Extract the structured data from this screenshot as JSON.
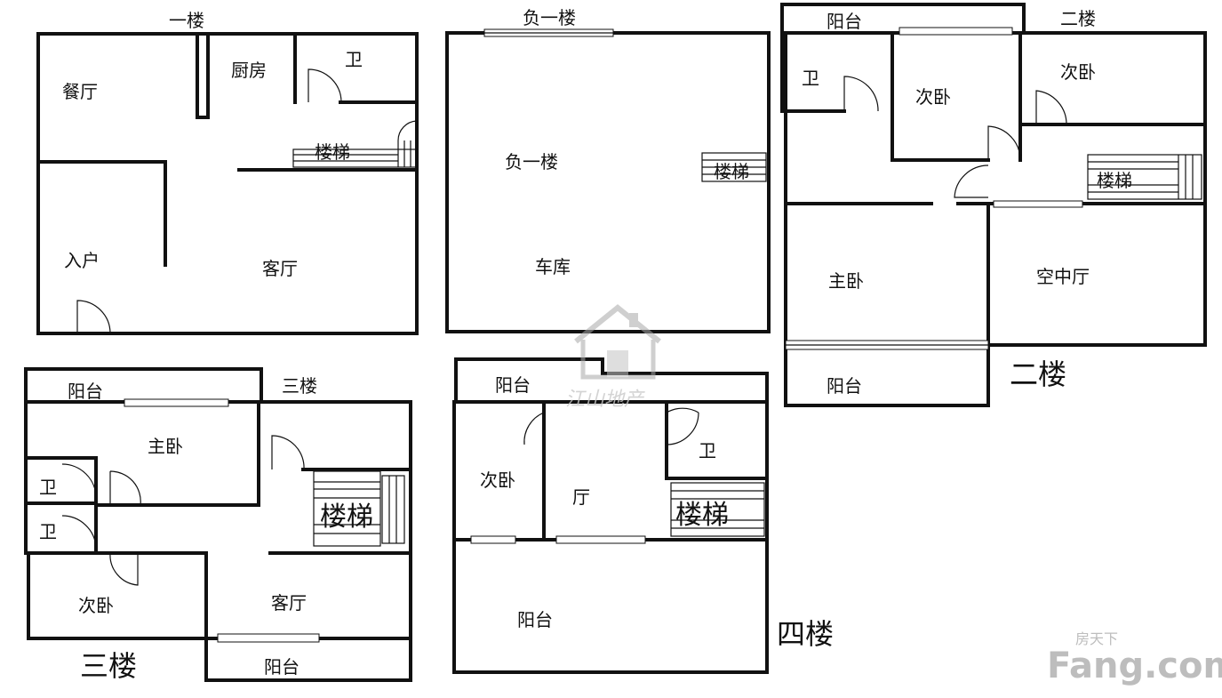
{
  "floors": {
    "f1": {
      "header": "一楼",
      "rooms": {
        "dining": "餐厅",
        "kitchen": "厨房",
        "wc": "卫",
        "stairs": "楼梯",
        "entry": "入户",
        "living": "客厅"
      }
    },
    "fb1": {
      "header": "负一楼",
      "rooms": {
        "basement": "负一楼",
        "stairs": "楼梯",
        "garage": "车库"
      }
    },
    "f2": {
      "header": "二楼",
      "title": "二楼",
      "rooms": {
        "balcony_top": "阳台",
        "wc": "卫",
        "bedroom_a": "次卧",
        "bedroom_b": "次卧",
        "stairs": "楼梯",
        "master": "主卧",
        "sky_hall": "空中厅",
        "balcony_bottom": "阳台"
      }
    },
    "f3": {
      "header": "三楼",
      "title": "三楼",
      "rooms": {
        "balcony_top": "阳台",
        "master": "主卧",
        "wc1": "卫",
        "wc2": "卫",
        "stairs": "楼梯",
        "bedroom": "次卧",
        "living": "客厅",
        "balcony_bottom": "阳台"
      }
    },
    "f4": {
      "title": "四楼",
      "rooms": {
        "balcony_top": "阳台",
        "bedroom": "次卧",
        "hall": "厅",
        "wc": "卫",
        "stairs": "楼梯",
        "balcony_bottom": "阳台"
      }
    }
  },
  "watermark": {
    "text": "江山地产",
    "logo": "fang",
    "logo_cn": "房天下",
    "logo_en": "Fang.com"
  },
  "colors": {
    "wall": "#111111",
    "watermark": "#c9c9c9"
  }
}
